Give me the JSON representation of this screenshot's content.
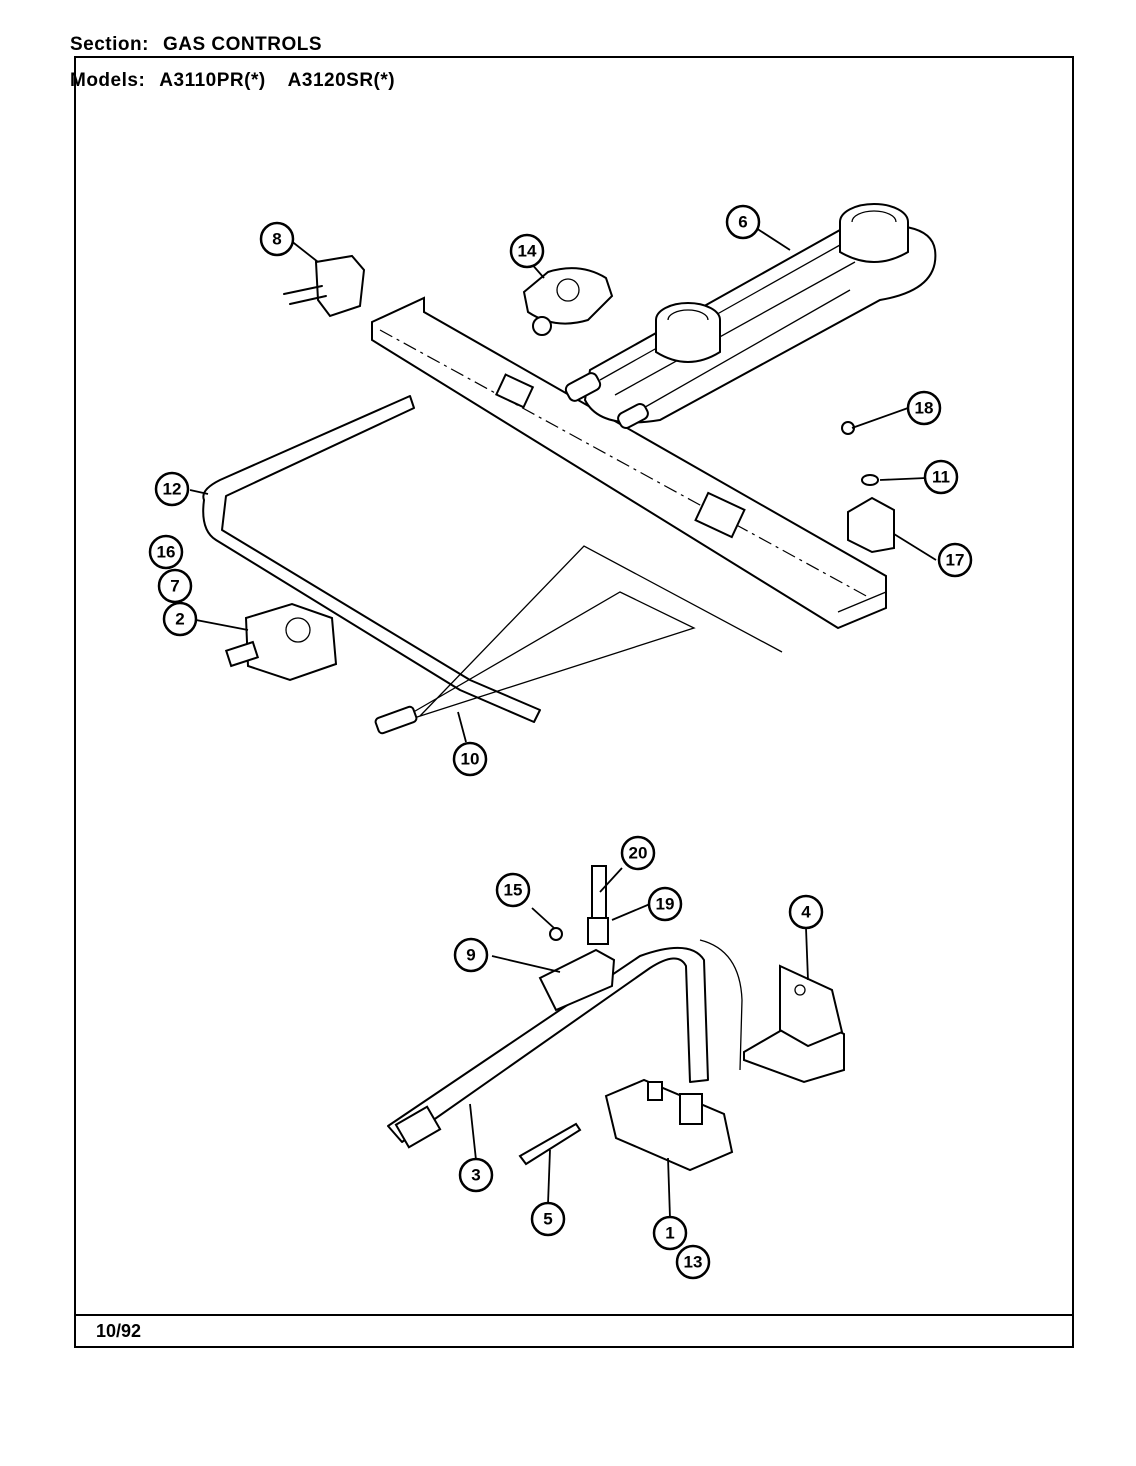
{
  "header": {
    "section_label": "Section:",
    "section_value": "GAS CONTROLS",
    "models_label": "Models:",
    "models": [
      "A3110PR(*)",
      "A3120SR(*)"
    ]
  },
  "footer": {
    "date": "10/92"
  },
  "callouts": [
    "8",
    "14",
    "6",
    "18",
    "11",
    "12",
    "17",
    "16",
    "7",
    "2",
    "10",
    "20",
    "15",
    "19",
    "9",
    "4",
    "3",
    "5",
    "1",
    "13"
  ]
}
